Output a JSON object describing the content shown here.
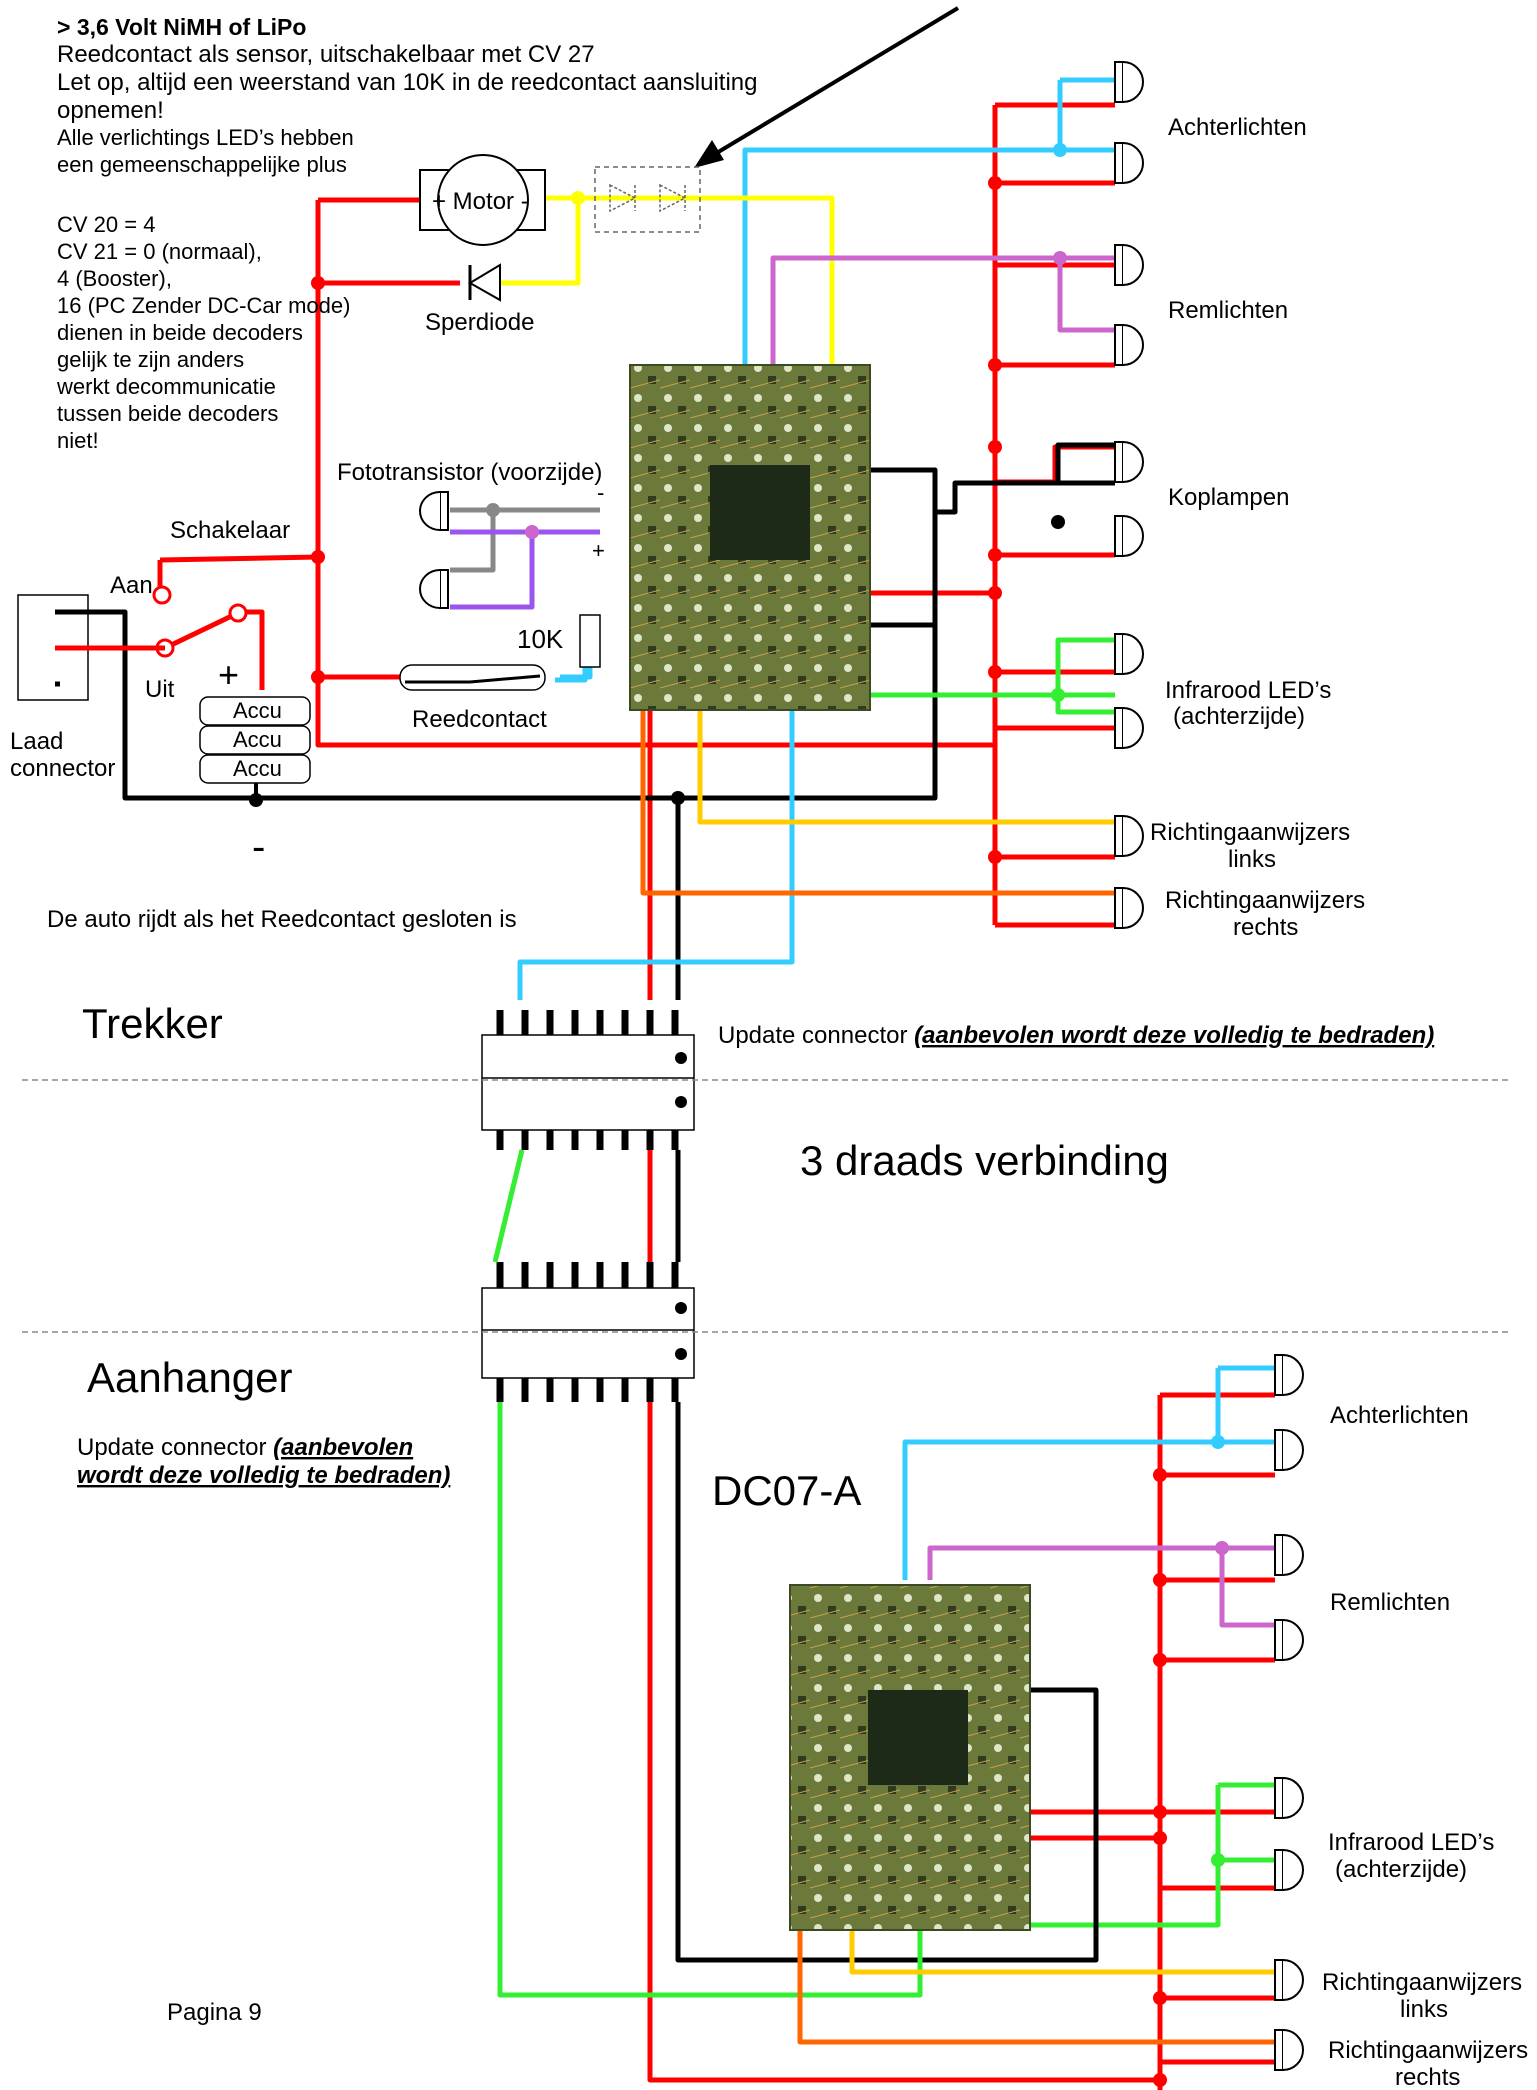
{
  "notes": {
    "title": "> 3,6 Volt NiMH of LiPo",
    "line1": "Reedcontact als sensor, uitschakelbaar met CV 27",
    "line2": "Let op, altijd een weerstand van 10K in de reedcontact aansluiting",
    "line3": "opnemen!",
    "line4": "Alle verlichtings LED’s hebben",
    "line5": "een gemeenschappelijke plus",
    "cv1": "CV 20 = 4",
    "cv2": "CV 21 = 0 (normaal),",
    "cv3": "4 (Booster),",
    "cv4": "16 (PC Zender DC-Car mode)",
    "cv5": "dienen in beide decoders",
    "cv6": "gelijk te zijn anders",
    "cv7": "werkt decommunicatie",
    "cv8": "tussen beide decoders",
    "cv9": "niet!"
  },
  "components": {
    "motor": "+ Motor -",
    "sperdiode": "Sperdiode",
    "fototransistor": "Fototransistor (voorzijde)",
    "minus_small": "-",
    "plus_small": "+",
    "schakelaar": "Schakelaar",
    "aan": "Aan",
    "uit": "Uit",
    "resistor": "10K",
    "reedcontact": "Reedcontact",
    "accu1": "Accu",
    "accu2": "Accu",
    "accu3": "Accu",
    "plus_big": "+",
    "minus_big": "-",
    "laad1": "Laad",
    "laad2": "connector",
    "reed_note": "De auto rijdt als het Reedcontact gesloten is"
  },
  "leds_top": {
    "achterlichten": "Achterlichten",
    "remlichten": "Remlichten",
    "koplampen": "Koplampen",
    "infrarood1": "Infrarood LED’s",
    "infrarood2": "(achterzijde)",
    "richting_links1": "Richtingaanwijzers",
    "richting_links2": "links",
    "richting_rechts1": "Richtingaanwijzers",
    "richting_rechts2": "rechts"
  },
  "sections": {
    "trekker": "Trekker",
    "update_top_prefix": "Update connector ",
    "update_top_emph": "(aanbevolen wordt deze volledig te bedraden)",
    "drie_draads": "3 draads verbinding",
    "aanhanger": "Aanhanger",
    "update_bottom_prefix": "Update connector ",
    "update_bottom_emph1": "(aanbevolen",
    "update_bottom_emph2": "wordt deze volledig te bedraden)",
    "dc07": "DC07-A",
    "pagina": "Pagina 9"
  },
  "leds_bottom": {
    "achterlichten": "Achterlichten",
    "remlichten": "Remlichten",
    "infrarood1": "Infrarood LED’s",
    "infrarood2": "(achterzijde)",
    "richting_links1": "Richtingaanwijzers",
    "richting_links2": "links",
    "richting_rechts1": "Richtingaanwijzers",
    "richting_rechts2": "rechts"
  },
  "colors": {
    "red": "#ff0000",
    "black": "#000000",
    "cyan": "#33ccff",
    "yellow": "#ffff00",
    "purple": "#cc66cc",
    "green": "#33ee33",
    "orange": "#ff6600",
    "gold": "#ffcc00",
    "gray": "#888888",
    "violet": "#9955ee",
    "pcb": "#6b7a3a"
  }
}
